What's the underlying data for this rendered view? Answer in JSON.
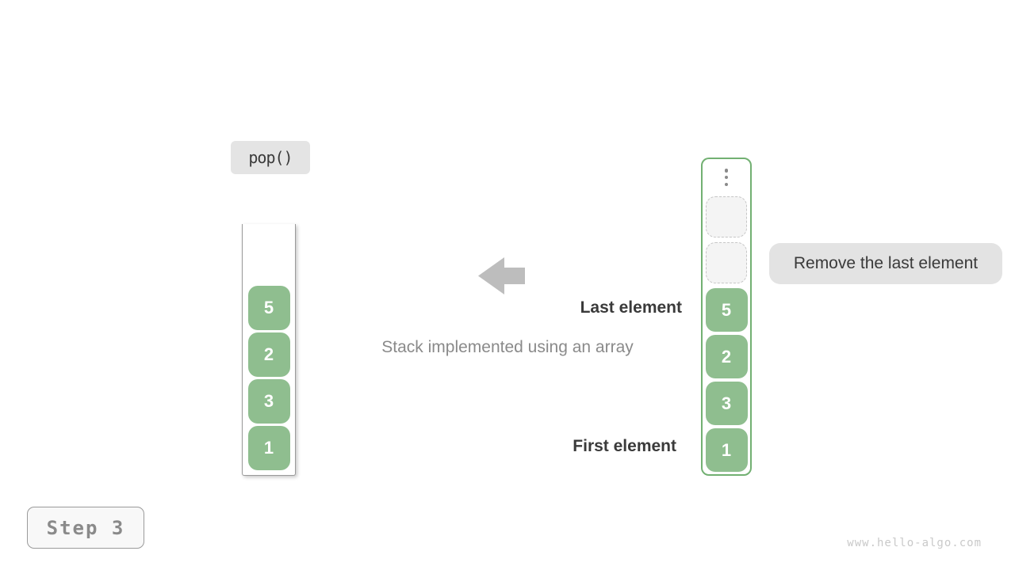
{
  "page": {
    "step_label": "Step 3",
    "watermark": "www.hello-algo.com"
  },
  "operation": {
    "label": "pop()"
  },
  "caption": "Stack implemented using an array",
  "annotations": {
    "last_element": "Last element",
    "first_element": "First element",
    "action": "Remove the last element"
  },
  "stack": {
    "values_top_to_bottom": [
      "5",
      "2",
      "3",
      "1"
    ]
  },
  "array": {
    "empty_slots": 2,
    "values_top_to_bottom": [
      "5",
      "2",
      "3",
      "1"
    ]
  },
  "icons": {
    "arrow_left": "left-arrow",
    "ellipsis_vertical": "⋮"
  },
  "colors": {
    "cell_green": "#8fbe8f",
    "array_border_green": "#72b072",
    "arrow_gray": "#bdbdbd",
    "label_bg": "#e4e4e4",
    "text_dark": "#3a3a3a",
    "text_gray": "#8a8a8a",
    "watermark_gray": "#c9c9c9"
  }
}
